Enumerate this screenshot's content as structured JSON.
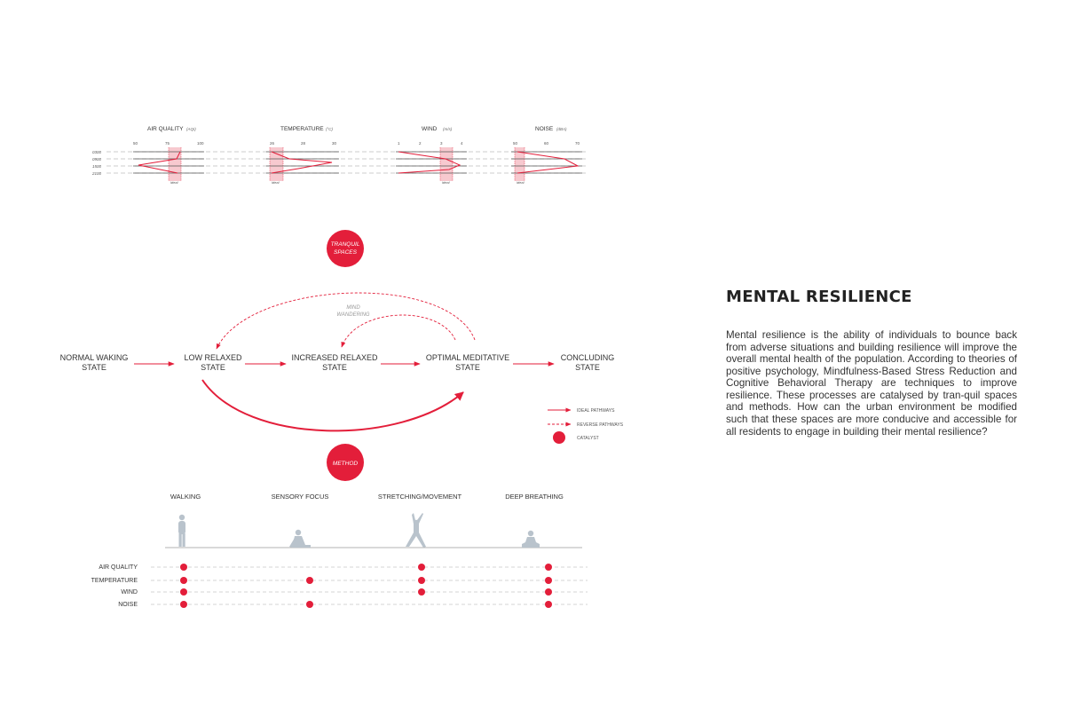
{
  "colors": {
    "accent": "#e31e3a",
    "pink": "#f7c9cf",
    "grid": "#999999",
    "figure": "#b9c3cc",
    "text": "#333333"
  },
  "env_charts": {
    "time_labels": [
      "0300",
      "0900",
      "1500",
      "2100"
    ],
    "panels": [
      {
        "title": "AIR QUALITY",
        "unit": "(AQI)",
        "ticks": [
          "50",
          "75",
          "100"
        ],
        "band_label": "ideal"
      },
      {
        "title": "TEMPERATURE",
        "unit": "(°C)",
        "ticks": [
          "26",
          "28",
          "30"
        ],
        "band_label": "ideal"
      },
      {
        "title": "WIND",
        "unit": "(m/s)",
        "ticks": [
          "1",
          "2",
          "3",
          "4"
        ],
        "band_label": "ideal"
      },
      {
        "title": "NOISE",
        "unit": "(dBA)",
        "ticks": [
          "50",
          "60",
          "70"
        ],
        "band_label": "ideal"
      }
    ]
  },
  "catalysts": {
    "top": [
      "TRANQUIL",
      "SPACES"
    ],
    "bottom": "METHOD"
  },
  "states": [
    [
      "NORMAL WAKING",
      "STATE"
    ],
    [
      "LOW RELAXED",
      "STATE"
    ],
    [
      "INCREASED RELAXED",
      "STATE"
    ],
    [
      "OPTIMAL MEDITATIVE",
      "STATE"
    ],
    [
      "CONCLUDING",
      "STATE"
    ]
  ],
  "mind_wandering": [
    "MIND",
    "WANDERING"
  ],
  "legend": {
    "ideal": "IDEAL PATHWAYS",
    "reverse": "REVERSE PATHWAYS",
    "catalyst": "CATALYST"
  },
  "methods": [
    "WALKING",
    "SENSORY FOCUS",
    "STRETCHING/MOVEMENT",
    "DEEP BREATHING"
  ],
  "factors": [
    "AIR QUALITY",
    "TEMPERATURE",
    "WIND",
    "NOISE"
  ],
  "matrix": [
    [
      true,
      true,
      true,
      true
    ],
    [
      false,
      true,
      false,
      true
    ],
    [
      true,
      true,
      true,
      false
    ],
    [
      true,
      true,
      true,
      true
    ]
  ],
  "heading": "MENTAL RESILIENCE",
  "paragraph": "Mental resilience is the ability of individuals to bounce back from adverse situations and building resilience will improve the overall mental health of the population. According to theories of positive psychology, Mindfulness-Based Stress Reduction and Cognitive Behavioral Therapy are techniques to improve resilience. These processes are catalysed by tran-quil spaces and methods. How can the urban environment be modified such that these spaces are more conducive and accessible for all residents to engage in building their mental resilience?"
}
